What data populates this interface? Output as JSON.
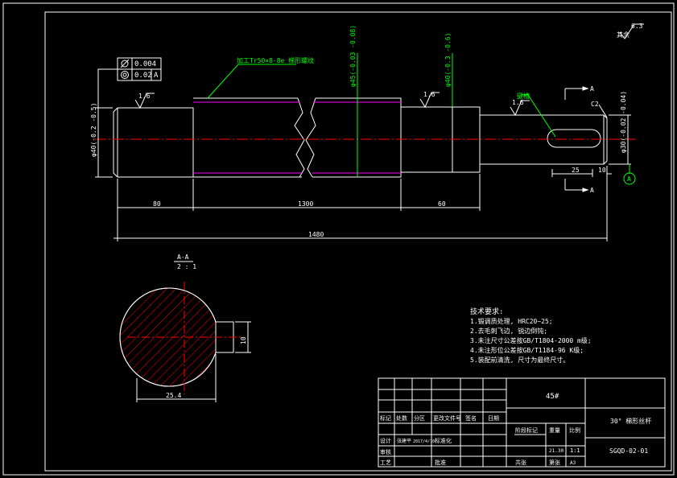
{
  "roughness": {
    "value": "6.3",
    "label": "其余"
  },
  "tolerance": {
    "row1": {
      "symbol": "cylindricity-icon",
      "value": "0.004"
    },
    "row2": {
      "symbol": "coaxiality-icon",
      "value": "0.02",
      "datum": "A"
    }
  },
  "notes": {
    "thread": "加工Tr50×8-8e 梯形螺纹",
    "dia_mid1": "φ45(-0.03 -0.08)",
    "dia_mid2": "φ40(-0.3 -0.6)",
    "dia_left": "φ40(-0.2 -0.5)",
    "dia_right": "φ30(-0.02 -0.04)",
    "key_label": "键槽",
    "ra_left": "1.6",
    "ra_mid": "1.6",
    "ra_right": "1.6",
    "chamfer": "C2",
    "section_mark_top": "A",
    "section_mark_bottom": "A",
    "datum": "A"
  },
  "dims": {
    "left_len": "80",
    "mid_len": "1300",
    "right_len": "60",
    "total_len": "1480",
    "key_len": "25",
    "key_end": "10",
    "section_width": "25.4",
    "section_key": "10"
  },
  "section": {
    "title": "A-A",
    "scale": "2 : 1"
  },
  "tech_req": {
    "title": "技术要求:",
    "items": [
      "1.锻调质处理, HRC20~25;",
      "2.去毛刺飞边, 锐边倒钝;",
      "3.未注尺寸公差按GB/T1804-2000 m级;",
      "4.未注形位公差按GB/T1184-96 K级;",
      "5.装配前清洗, 尺寸为最终尺寸。"
    ]
  },
  "title_block": {
    "material": "45#",
    "part_name": "30° 梯形丝杆",
    "drawing_no": "SGQD-02-01",
    "header_cells": [
      "标记",
      "处数",
      "分区",
      "更改文件号",
      "签名",
      "日期"
    ],
    "row_design": [
      "设计",
      "标准化"
    ],
    "row_check": [
      "审核"
    ],
    "row_process": [
      "工艺",
      "批准"
    ],
    "design_name": "张建平",
    "design_date": "2017/4/10",
    "stage_label": "阶段标记",
    "weight_label": "重量",
    "scale_label": "比例",
    "weight": "21.30",
    "scale": "1:1",
    "sheets_label": "共张",
    "sheet_label": "第张",
    "sheet_count": "A3",
    "sign_label": "签名",
    "date_label": "日期"
  },
  "colors": {
    "white": "#ffffff",
    "red": "#ff0000",
    "green": "#00ff00",
    "magenta": "#ff00ff",
    "black": "#000000"
  }
}
